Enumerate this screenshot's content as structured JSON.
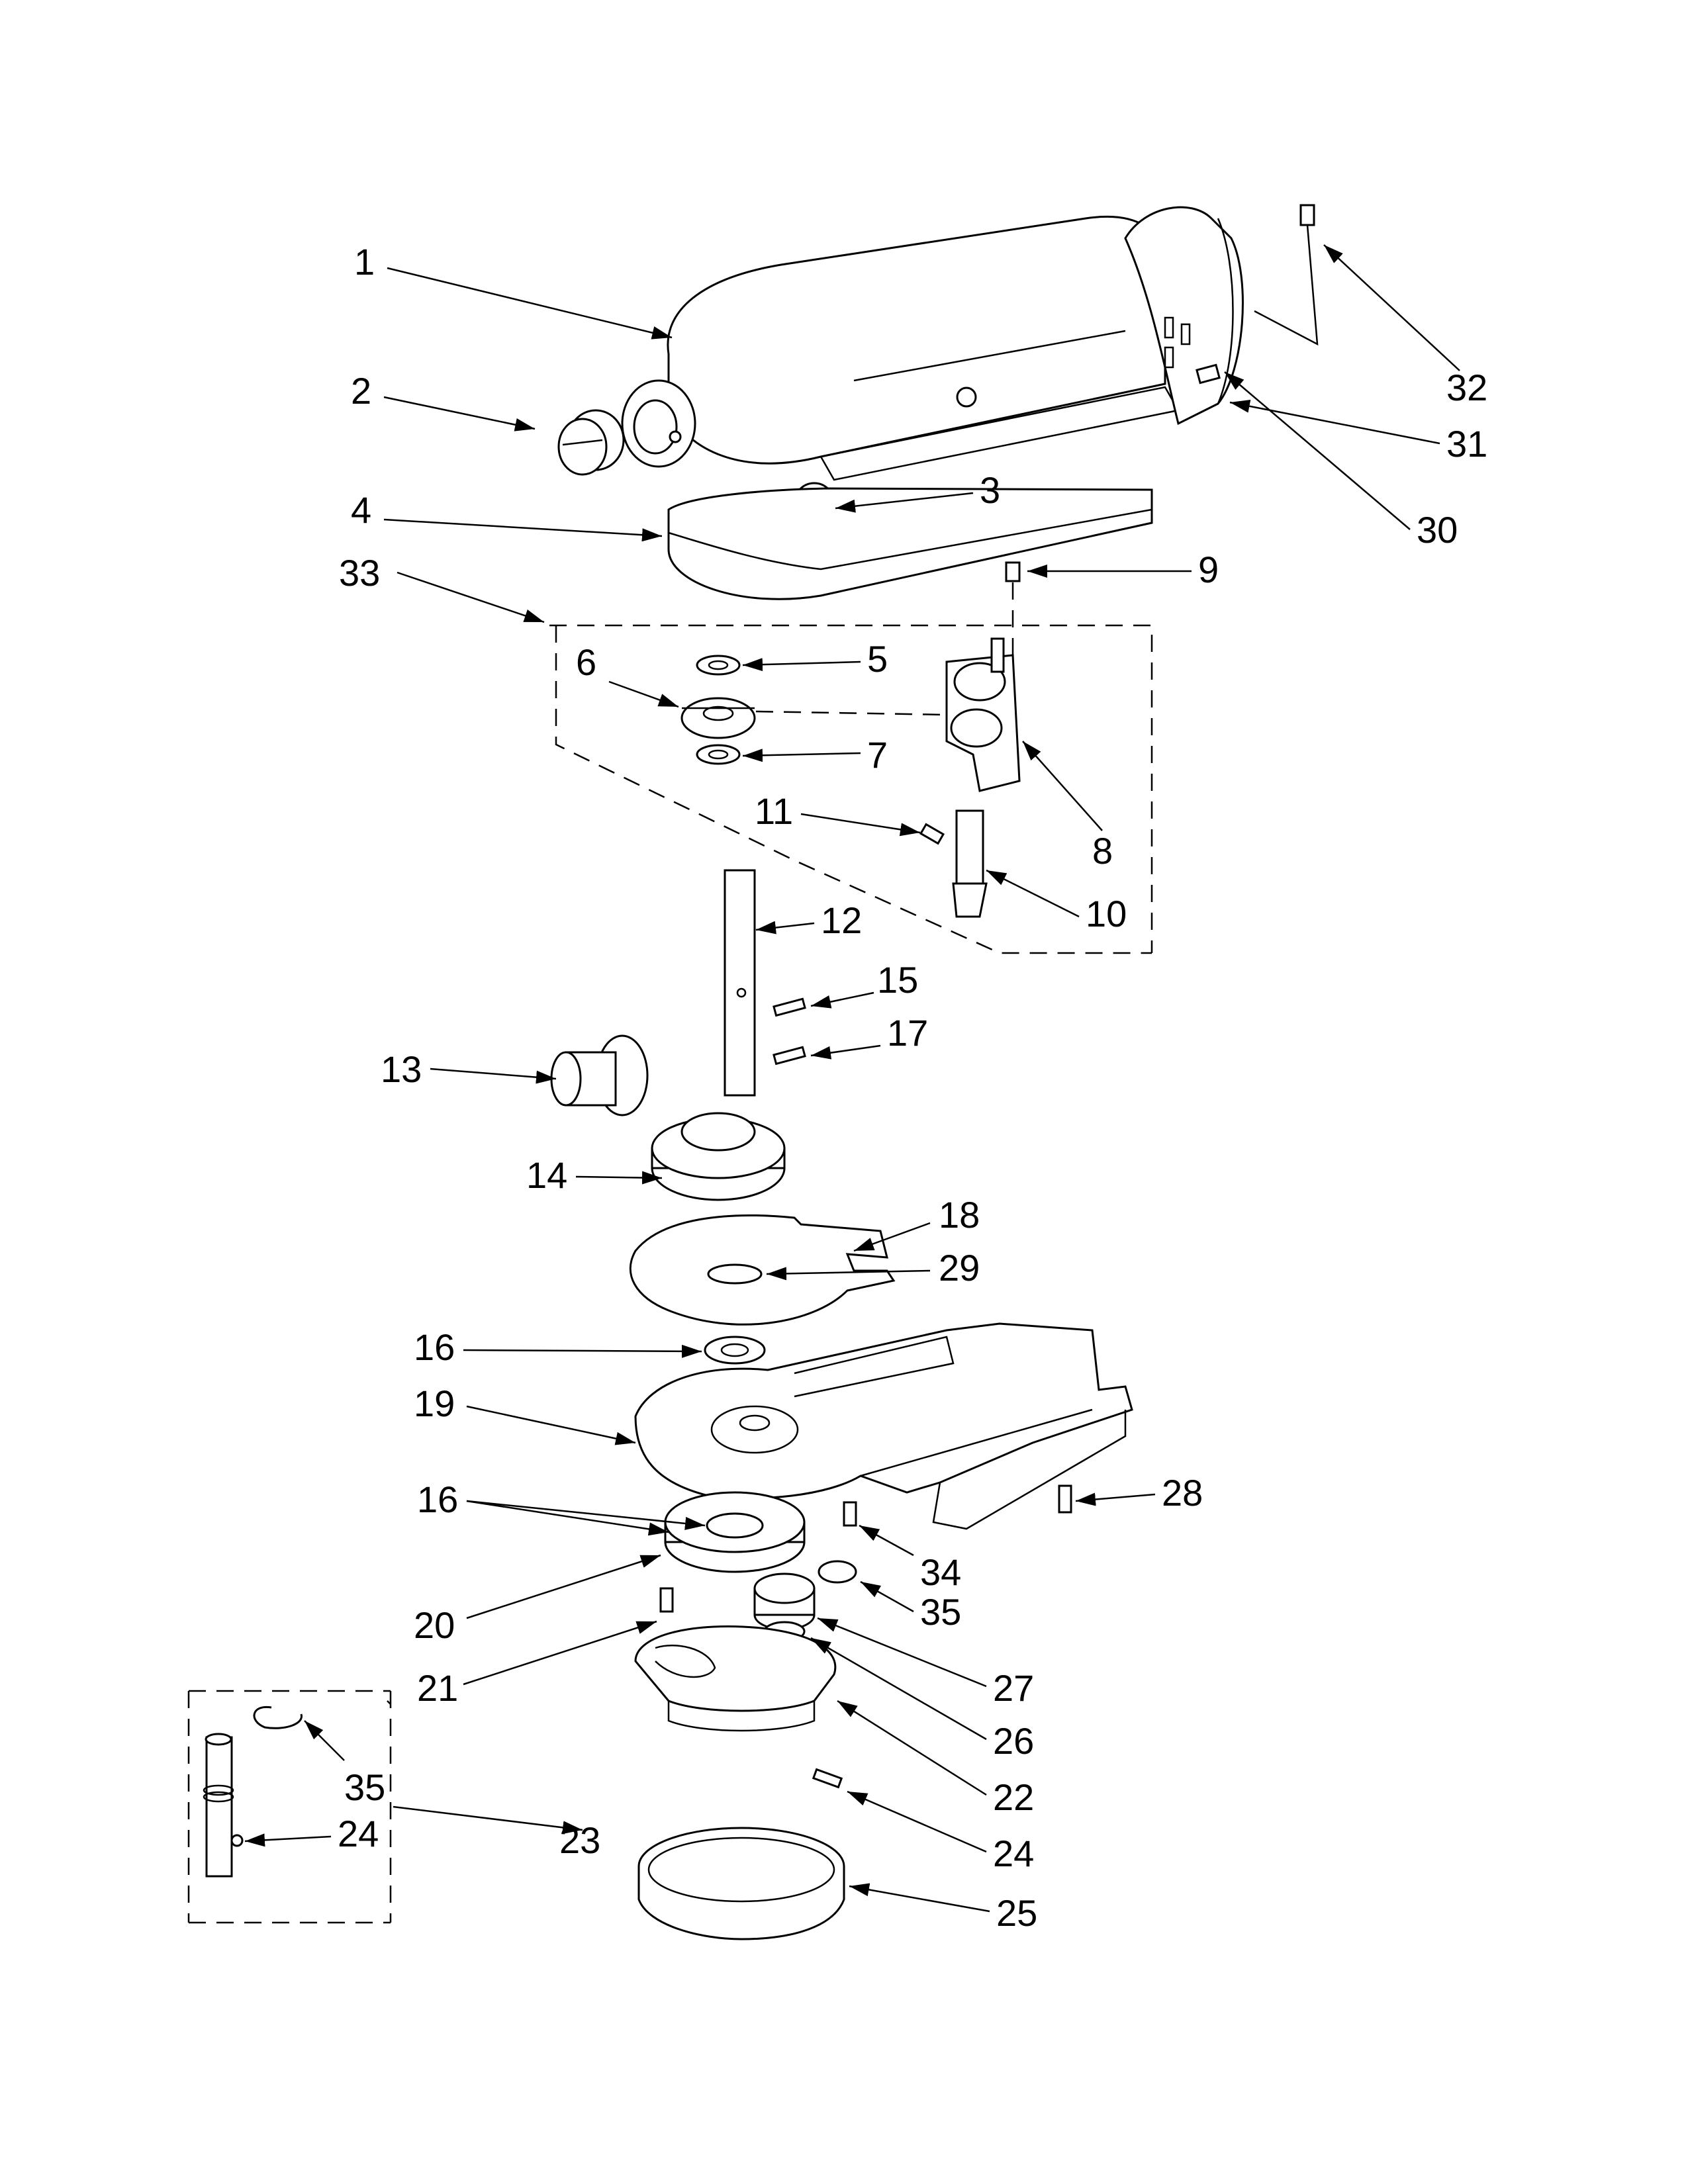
{
  "diagram": {
    "callouts": [
      "1",
      "2",
      "3",
      "4",
      "5",
      "6",
      "7",
      "8",
      "9",
      "10",
      "11",
      "12",
      "13",
      "14",
      "15",
      "16",
      "16",
      "17",
      "18",
      "19",
      "20",
      "21",
      "22",
      "23",
      "24",
      "24",
      "25",
      "26",
      "27",
      "28",
      "29",
      "30",
      "31",
      "32",
      "33",
      "34",
      "35",
      "35"
    ]
  }
}
